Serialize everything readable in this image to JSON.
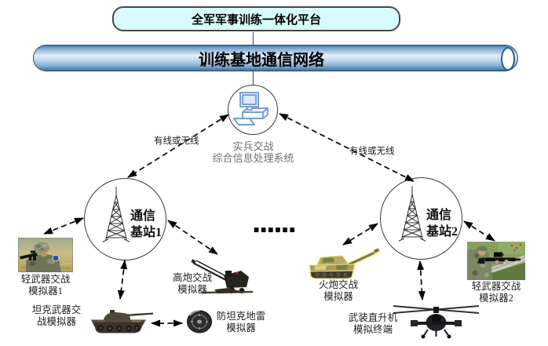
{
  "platform": {
    "label": "全军军事训练一体化平台",
    "bg_color": "#d8fcfd"
  },
  "network": {
    "label": "训练基地通信网络",
    "color": "#5b8fc9"
  },
  "processing": {
    "line1": "实兵交战",
    "line2": "综合信息处理系统"
  },
  "station1": {
    "line1": "通信",
    "line2": "基站1"
  },
  "station2": {
    "line1": "通信",
    "line2": "基站2"
  },
  "links": {
    "left_label": "有线或无线",
    "right_label": "有线或无线",
    "ellipsis": "......"
  },
  "simulators": {
    "soldier1": {
      "line1": "轻武器交战",
      "line2": "模拟器1"
    },
    "tank": {
      "line1": "坦克武器交",
      "line2": "战模拟器"
    },
    "aagun": {
      "line1": "高炮交战",
      "line2": "模拟器"
    },
    "mine": {
      "line1": "防坦克地雷",
      "line2": "模拟器"
    },
    "artillery": {
      "line1": "火炮交战",
      "line2": "模拟器"
    },
    "helicopter": {
      "line1": "武装直升机",
      "line2": "模拟终端"
    },
    "soldier2": {
      "line1": "轻武器交战",
      "line2": "模拟器2"
    }
  }
}
